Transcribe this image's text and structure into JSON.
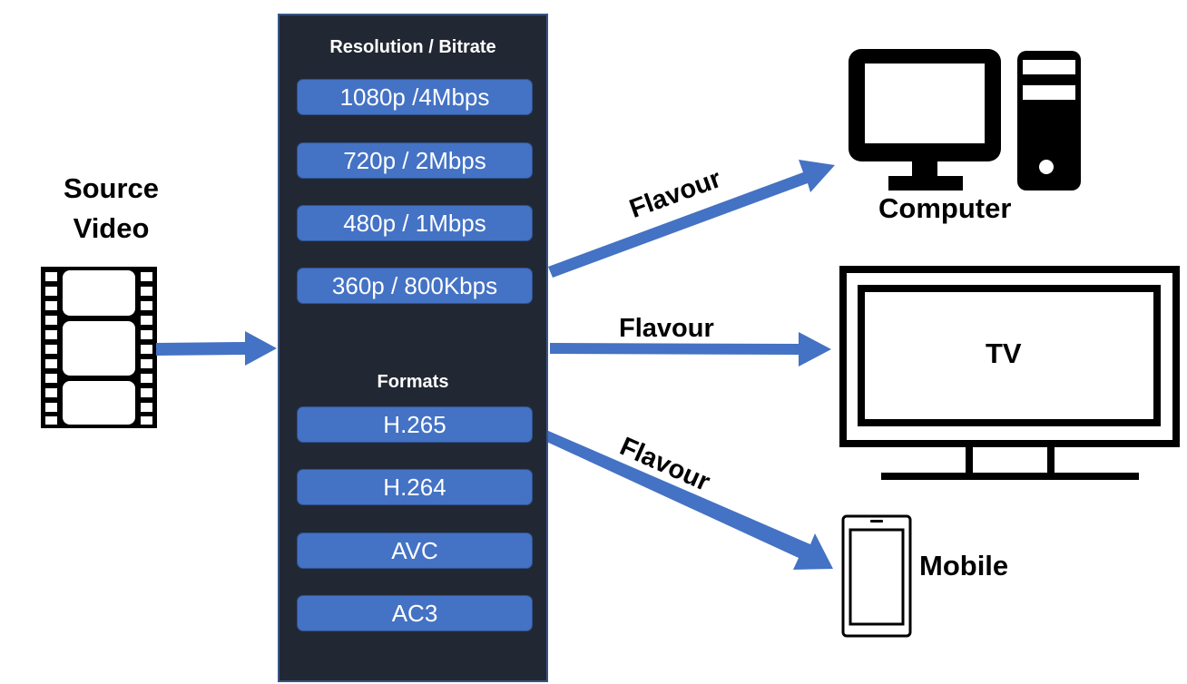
{
  "source": {
    "label_line1": "Source",
    "label_line2": "Video",
    "icon": "film-strip-icon"
  },
  "panel": {
    "resolution_heading": "Resolution / Bitrate",
    "resolutions": [
      "1080p /4Mbps",
      "720p / 2Mbps",
      "480p / 1Mbps",
      "360p / 800Kbps"
    ],
    "formats_heading": "Formats",
    "formats": [
      "H.265",
      "H.264",
      "AVC",
      "AC3"
    ]
  },
  "flows": [
    {
      "label": "Flavour",
      "target": "Computer"
    },
    {
      "label": "Flavour",
      "target": "TV"
    },
    {
      "label": "Flavour",
      "target": "Mobile"
    }
  ],
  "devices": {
    "computer": {
      "label": "Computer",
      "icon": "desktop-computer-icon"
    },
    "tv": {
      "label": "TV",
      "icon": "television-icon"
    },
    "mobile": {
      "label": "Mobile",
      "icon": "smartphone-icon"
    }
  },
  "colors": {
    "arrow": "#4472c4",
    "panel_bg": "#222833",
    "pill_bg": "#4472c4"
  }
}
